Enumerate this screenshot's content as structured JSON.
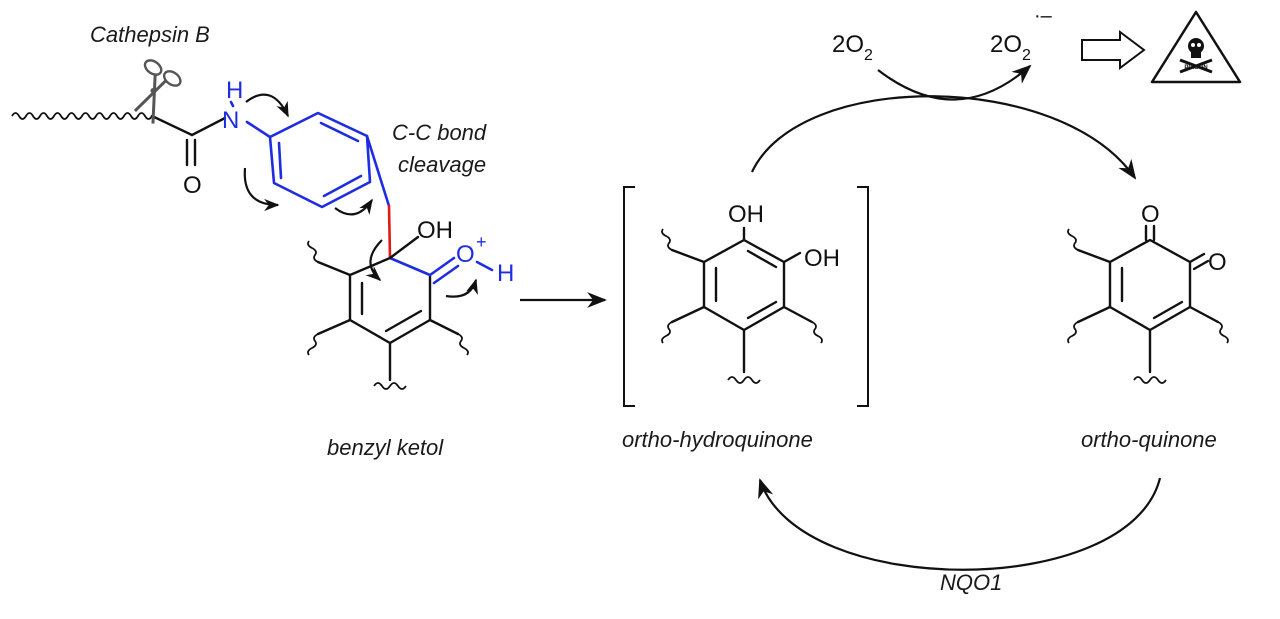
{
  "labels": {
    "enzyme": "Cathepsin B",
    "cleavage_line1": "C-C bond",
    "cleavage_line2": "cleavage",
    "benzyl_ketol": "benzyl ketol",
    "hydroquinone": "ortho-hydroquinone",
    "quinone": "ortho-quinone",
    "nqo1": "NQO1"
  },
  "atoms": {
    "nh_n": "N",
    "nh_h": "H",
    "carbonyl_o": "O",
    "oh_ketol": "OH",
    "oxonium_o": "O",
    "oxonium_plus": "+",
    "oxonium_h": "H",
    "hq_oh1": "OH",
    "hq_oh2": "OH",
    "q_o1": "O",
    "q_o2": "O"
  },
  "redox": {
    "reactant": "2O",
    "reactant_sub": "2",
    "product": "2O",
    "product_sub": "2",
    "product_charge": "·–"
  },
  "icons": {
    "scissors": "scissors-icon",
    "poison": "skull-crossbones-icon",
    "poison_text": "POISON"
  },
  "colors": {
    "leaving_group": "#1f2de0",
    "cleaved_bond": "#e01818",
    "default": "#111111"
  }
}
